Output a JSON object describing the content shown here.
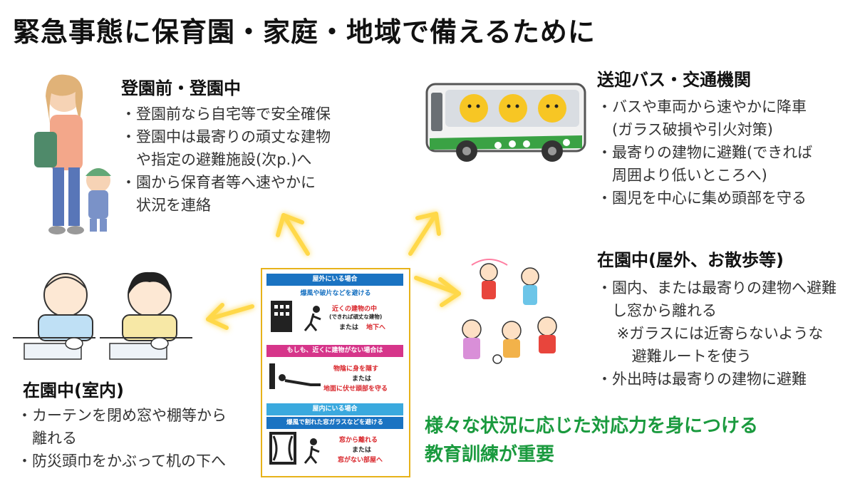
{
  "title": "緊急事態に保育園・家庭・地域で備えるために",
  "sections": {
    "commute": {
      "heading": "登園前・登園中",
      "lines": [
        "・登園前なら自宅等で安全確保",
        "・登園中は最寄りの頑丈な建物",
        "　や指定の避難施設(次p.)へ",
        "・園から保育者等へ速やかに",
        "　状況を連絡"
      ]
    },
    "bus": {
      "heading": "送迎バス・交通機関",
      "lines": [
        "・バスや車両から速やかに降車",
        "　(ガラス破損や引火対策)",
        "・最寄りの建物に避難(できれば",
        "　周囲より低いところへ)",
        "・園児を中心に集め頭部を守る"
      ]
    },
    "outdoor": {
      "heading": "在園中(屋外、お散歩等)",
      "lines": [
        "・園内、または最寄りの建物へ避難",
        "　し窓から離れる",
        "　 ※ガラスには近寄らないような",
        "　　 避難ルートを使う",
        "・外出時は最寄りの建物に避難"
      ]
    },
    "indoor": {
      "heading": "在園中(室内)",
      "lines": [
        "・カーテンを閉め窓や棚等から",
        "　離れる",
        "・防災頭巾をかぶって机の下へ"
      ]
    }
  },
  "conclusion": {
    "line1": "様々な状況に応じた対応力を身につける",
    "line2": "教育訓練が重要"
  },
  "poster": {
    "outside_banner": "屋外にいる場合",
    "outside_sub": "爆風や破片などを避ける",
    "outside_red1": "近くの建物の中",
    "outside_note": "(できれば頑丈な建物)",
    "outside_or": "または",
    "outside_red2": "地下へ",
    "nobuilding_banner": "もしも、近くに建物がない場合は",
    "nobuilding_red1": "物陰に身を隠す",
    "nobuilding_or": "または",
    "nobuilding_red2": "地面に伏せ頭部を守る",
    "inside_banner": "屋内にいる場合",
    "inside_sub": "爆風で割れた窓ガラスなどを避ける",
    "inside_red1": "窓から離れる",
    "inside_or": "または",
    "inside_red2": "窓がない部屋へ"
  },
  "colors": {
    "accent_green": "#1a9a3e",
    "arrow_yellow": "#ffd84a",
    "poster_blue": "#1a73c2",
    "poster_pink": "#d6358a",
    "poster_red": "#d9262b"
  }
}
